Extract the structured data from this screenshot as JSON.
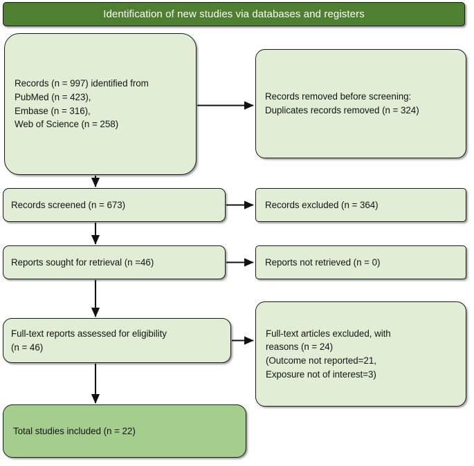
{
  "diagram": {
    "type": "prisma-flow-diagram",
    "title": "Identification of new studies via databases and registers",
    "colors": {
      "header_fill": "#4F7F30",
      "header_text": "#FFFFFF",
      "box_fill": "#E2EDD6",
      "included_box_fill": "#A5CE8E",
      "border": "#1A1A1A",
      "text": "#141414"
    },
    "nodes": {
      "identification": {
        "text": "Records (n = 997) identified from\nPubMed (n = 423),\nEmbase (n = 316),\nWeb of Science (n = 258)",
        "lines": [
          "Records (n = 997) identified from",
          "PubMed (n = 423),",
          "Embase (n = 316),",
          "Web of Science (n = 258)"
        ],
        "counts": {
          "total_identified": 997,
          "pubmed": 423,
          "embase": 316,
          "web_of_science": 258
        }
      },
      "duplicates_removed": {
        "text": "Records removed before screening:\nDuplicates records removed (n = 324)",
        "lines": [
          "Records removed before screening:",
          "Duplicates records removed (n = 324)"
        ],
        "counts": {
          "duplicates_removed": 324
        }
      },
      "records_screened": {
        "text": "Records screened (n = 673)",
        "counts": {
          "screened": 673
        }
      },
      "records_excluded": {
        "text": "Records excluded (n = 364)",
        "counts": {
          "excluded": 364
        }
      },
      "reports_sought": {
        "text": "Reports sought for retrieval (n =46)",
        "counts": {
          "sought": 46
        }
      },
      "reports_not_retrieved": {
        "text": "Reports not retrieved (n = 0)",
        "counts": {
          "not_retrieved": 0
        }
      },
      "fulltext_assessed": {
        "text": "Full-text reports assessed for eligibility\n(n = 46)",
        "lines": [
          "Full-text reports assessed for eligibility",
          "(n = 46)"
        ],
        "counts": {
          "assessed": 46
        }
      },
      "fulltext_excluded": {
        "text": "Full-text articles excluded, with\nreasons (n  = 24)\n(Outcome not reported=21,\nExposure not of interest=3)",
        "lines": [
          "Full-text articles excluded, with",
          "reasons (n  = 24)",
          "(Outcome not reported=21,",
          "Exposure not of interest=3)"
        ],
        "counts": {
          "excluded_total": 24,
          "outcome_not_reported": 21,
          "exposure_not_of_interest": 3
        }
      },
      "total_included": {
        "text": "Total studies included (n = 22)",
        "counts": {
          "included": 22
        }
      }
    },
    "connectors": [
      {
        "name": "identification-to-duplicates",
        "direction": "right"
      },
      {
        "name": "identification-to-screened",
        "direction": "down"
      },
      {
        "name": "screened-to-excluded",
        "direction": "right"
      },
      {
        "name": "screened-to-sought",
        "direction": "down"
      },
      {
        "name": "sought-to-not-retrieved",
        "direction": "right"
      },
      {
        "name": "sought-to-assessed",
        "direction": "down"
      },
      {
        "name": "assessed-to-excluded",
        "direction": "right"
      },
      {
        "name": "assessed-to-included",
        "direction": "down"
      }
    ]
  }
}
